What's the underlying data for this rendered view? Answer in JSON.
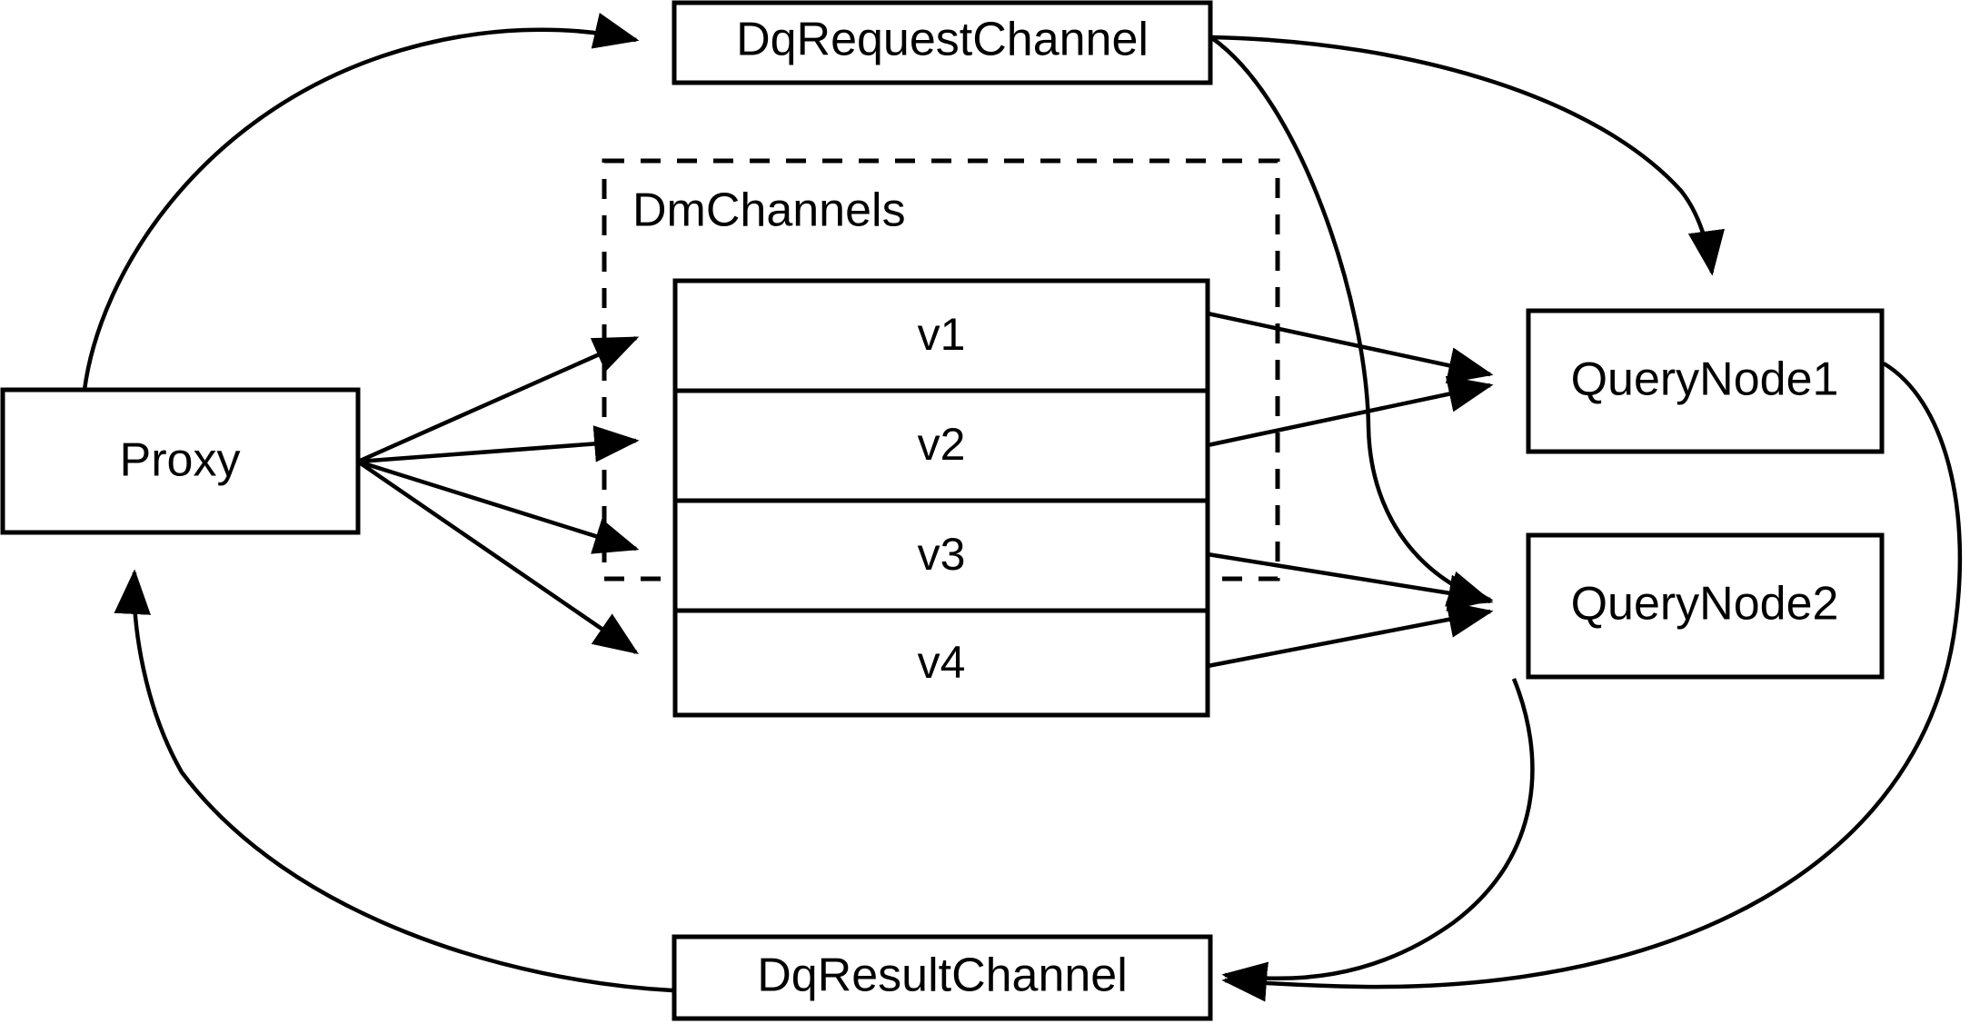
{
  "diagram": {
    "title": "Milvus distributed query message flow",
    "background_color": "#ffffff",
    "stroke_color": "#000000",
    "nodes": {
      "proxy": {
        "label": "Proxy"
      },
      "dq_request_channel": {
        "label": "DqRequestChannel"
      },
      "dq_result_channel": {
        "label": "DqResultChannel"
      },
      "query_node_1": {
        "label": "QueryNode1"
      },
      "query_node_2": {
        "label": "QueryNode2"
      }
    },
    "group": {
      "label": "DmChannels",
      "style": "dashed"
    },
    "channel_rows": [
      {
        "label": "v1"
      },
      {
        "label": "v2"
      },
      {
        "label": "v3"
      },
      {
        "label": "v4"
      }
    ],
    "edges": [
      {
        "from": "Proxy",
        "to": "DqRequestChannel",
        "style": "curved",
        "arrow": "to"
      },
      {
        "from": "Proxy",
        "to": "v1",
        "style": "straight",
        "arrow": "to"
      },
      {
        "from": "Proxy",
        "to": "v2",
        "style": "straight",
        "arrow": "to"
      },
      {
        "from": "Proxy",
        "to": "v3",
        "style": "straight",
        "arrow": "to"
      },
      {
        "from": "Proxy",
        "to": "v4",
        "style": "straight",
        "arrow": "to"
      },
      {
        "from": "v1",
        "to": "QueryNode1",
        "style": "straight",
        "arrow": "to"
      },
      {
        "from": "v2",
        "to": "QueryNode1",
        "style": "straight",
        "arrow": "to"
      },
      {
        "from": "v3",
        "to": "QueryNode2",
        "style": "straight",
        "arrow": "to"
      },
      {
        "from": "v4",
        "to": "QueryNode2",
        "style": "straight",
        "arrow": "to"
      },
      {
        "from": "DqRequestChannel",
        "to": "QueryNode1",
        "style": "curved",
        "arrow": "to"
      },
      {
        "from": "DqRequestChannel",
        "to": "QueryNode2",
        "style": "curved",
        "arrow": "to"
      },
      {
        "from": "QueryNode1",
        "to": "DqResultChannel",
        "style": "curved",
        "arrow": "to"
      },
      {
        "from": "QueryNode2",
        "to": "DqResultChannel",
        "style": "curved",
        "arrow": "to"
      },
      {
        "from": "DqResultChannel",
        "to": "Proxy",
        "style": "curved",
        "arrow": "to"
      }
    ]
  }
}
